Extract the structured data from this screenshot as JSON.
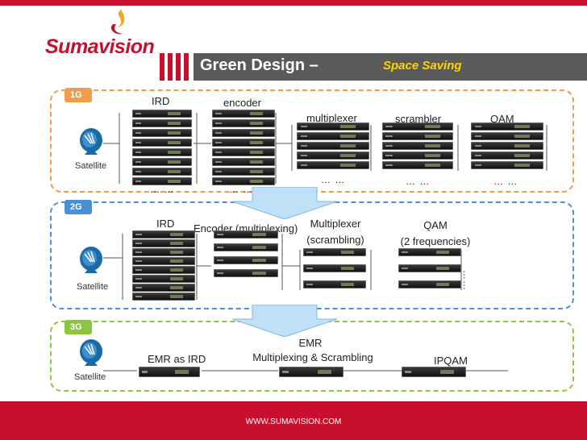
{
  "header": {
    "logo_text": "Sumavision",
    "title_main": "Green Design  –",
    "title_sub": "Space Saving"
  },
  "generations": [
    {
      "tag": "1G",
      "color": "#f29b4b",
      "labels": {
        "ird": "IRD",
        "encoder": "encoder",
        "mux": "multiplexer",
        "scrambler": "scrambler",
        "qam": "QAM",
        "satellite": "Satellite"
      },
      "dots": [
        "… …",
        "… …",
        "… …",
        "… …",
        "… …"
      ]
    },
    {
      "tag": "2G",
      "color": "#4a90d9",
      "labels": {
        "ird": "IRD",
        "encoder": "Encoder (multiplexing)",
        "mux1": "Multiplexer",
        "mux2": "(scrambling)",
        "qam1": "QAM",
        "qam2": "(2 frequencies)",
        "satellite": "Satellite"
      },
      "dots": [
        "……"
      ]
    },
    {
      "tag": "3G",
      "color": "#8cc63f",
      "labels": {
        "ird": "EMR as IRD",
        "emr1": "EMR",
        "emr2": "Multiplexing & Scrambling",
        "ipqam": "IPQAM",
        "satellite": "Satellite"
      }
    }
  ],
  "footer": {
    "url": "WWW.SUMAVISION.COM"
  }
}
